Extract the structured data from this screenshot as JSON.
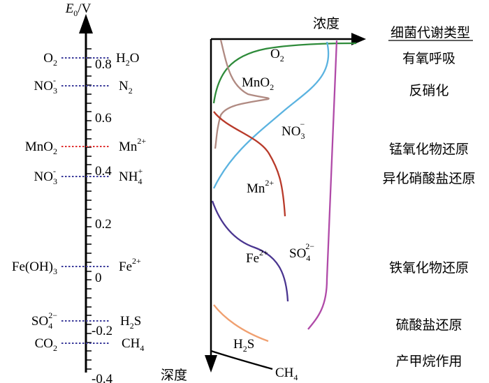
{
  "axis": {
    "label_main": "E",
    "label_sub": "0",
    "label_unit": "/V",
    "ticks": [
      "0.8",
      "0.6",
      "0.4",
      "0.2",
      "0",
      "-0.2",
      "-0.4"
    ]
  },
  "pairs": [
    {
      "id": "o2",
      "left_main": "O",
      "left_sub": "2",
      "left_sup": "",
      "right_main": "H",
      "right_sub": "2",
      "right_tail": "O",
      "right_sup": "",
      "color": "#3a3a9a"
    },
    {
      "id": "no3-n2",
      "left_main": "NO",
      "left_sub": "3",
      "left_sup": "-",
      "right_main": "N",
      "right_sub": "2",
      "right_tail": "",
      "right_sup": "",
      "color": "#3a3a9a"
    },
    {
      "id": "mno2",
      "left_main": "MnO",
      "left_sub": "2",
      "left_sup": "",
      "right_main": "Mn",
      "right_sub": "",
      "right_tail": "",
      "right_sup": "2+",
      "color": "#e03030"
    },
    {
      "id": "no3-nh4",
      "left_main": "NO",
      "left_sub": "3",
      "left_sup": "-",
      "right_main": "NH",
      "right_sub": "4",
      "right_tail": "",
      "right_sup": "+",
      "color": "#3a3a9a"
    },
    {
      "id": "feoh3",
      "left_main": "Fe(OH)",
      "left_sub": "3",
      "left_sup": "",
      "right_main": "Fe",
      "right_sub": "",
      "right_tail": "",
      "right_sup": "2+",
      "color": "#3a3a9a"
    },
    {
      "id": "so4",
      "left_main": "SO",
      "left_sub": "4",
      "left_sup": "2−",
      "right_main": "H",
      "right_sub": "2",
      "right_tail": "S",
      "right_sup": "",
      "color": "#3a3a9a"
    },
    {
      "id": "co2",
      "left_main": "CO",
      "left_sub": "2",
      "left_sup": "",
      "right_main": "CH",
      "right_sub": "4",
      "right_tail": "",
      "right_sup": "",
      "color": "#3a3a9a"
    }
  ],
  "profile": {
    "concentration_label": "浓度",
    "depth_label": "深度"
  },
  "curves": [
    {
      "id": "o2",
      "label_main": "O",
      "label_sub": "2",
      "label_sup": "",
      "color": "#2e8b3a"
    },
    {
      "id": "mno2",
      "label_main": "MnO",
      "label_sub": "2",
      "label_sup": "",
      "color": "#b08a82"
    },
    {
      "id": "no3",
      "label_main": "NO",
      "label_sub": "3",
      "label_sup": "−",
      "color": "#5bb3e0"
    },
    {
      "id": "mn",
      "label_main": "Mn",
      "label_sub": "",
      "label_sup": "2+",
      "color": "#b83a2a"
    },
    {
      "id": "so4",
      "label_main": "SO",
      "label_sub": "4",
      "label_sup": "2−",
      "color": "#b04aa8"
    },
    {
      "id": "fe",
      "label_main": "Fe",
      "label_sub": "",
      "label_sup": "2+",
      "color": "#4a3590"
    },
    {
      "id": "h2s",
      "label_main": "H",
      "label_sub": "2",
      "label_tail": "S",
      "label_sup": "",
      "color": "#f0a070"
    },
    {
      "id": "ch4",
      "label_main": "CH",
      "label_sub": "4",
      "label_sup": "",
      "color": "#000000"
    }
  ],
  "metabolism": {
    "header": "细菌代谢类型",
    "types": [
      "有氧呼吸",
      "反硝化",
      "锰氧化物还原",
      "异化硝酸盐还原",
      "铁氧化物还原",
      "硫酸盐还原",
      "产甲烷作用"
    ]
  }
}
